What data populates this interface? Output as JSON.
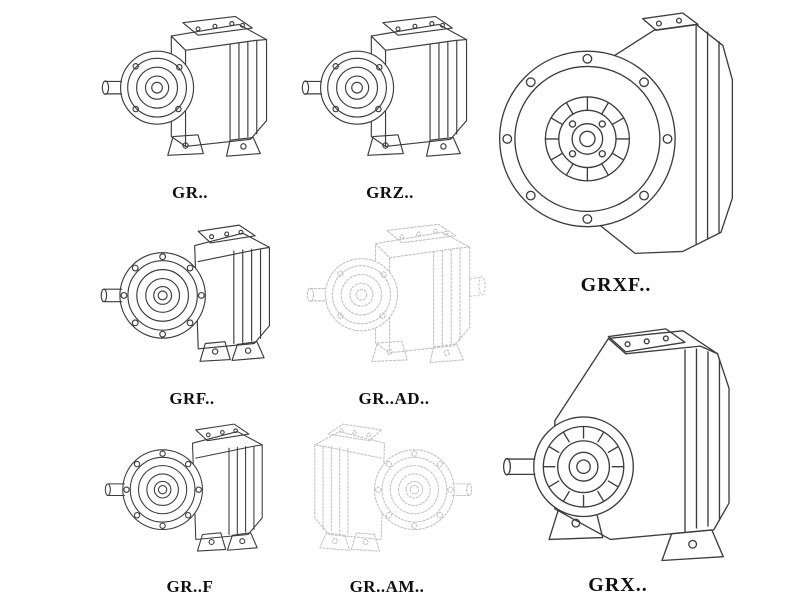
{
  "figure": {
    "description": "Catalog sheet of helical gear reducer models, isometric technical line drawings",
    "colors": {
      "background": "#ffffff",
      "ink": "#3d3d3d",
      "phantom": "#c3c3c3"
    },
    "items": [
      {
        "id": "gr",
        "label": "GR.."
      },
      {
        "id": "grz",
        "label": "GRZ.."
      },
      {
        "id": "grxf",
        "label": "GRXF.."
      },
      {
        "id": "grf",
        "label": "GRF.."
      },
      {
        "id": "grad",
        "label": "GR..AD.."
      },
      {
        "id": "grff",
        "label": "GR..F"
      },
      {
        "id": "gram",
        "label": "GR..AM.."
      },
      {
        "id": "grx",
        "label": "GRX.."
      }
    ]
  }
}
